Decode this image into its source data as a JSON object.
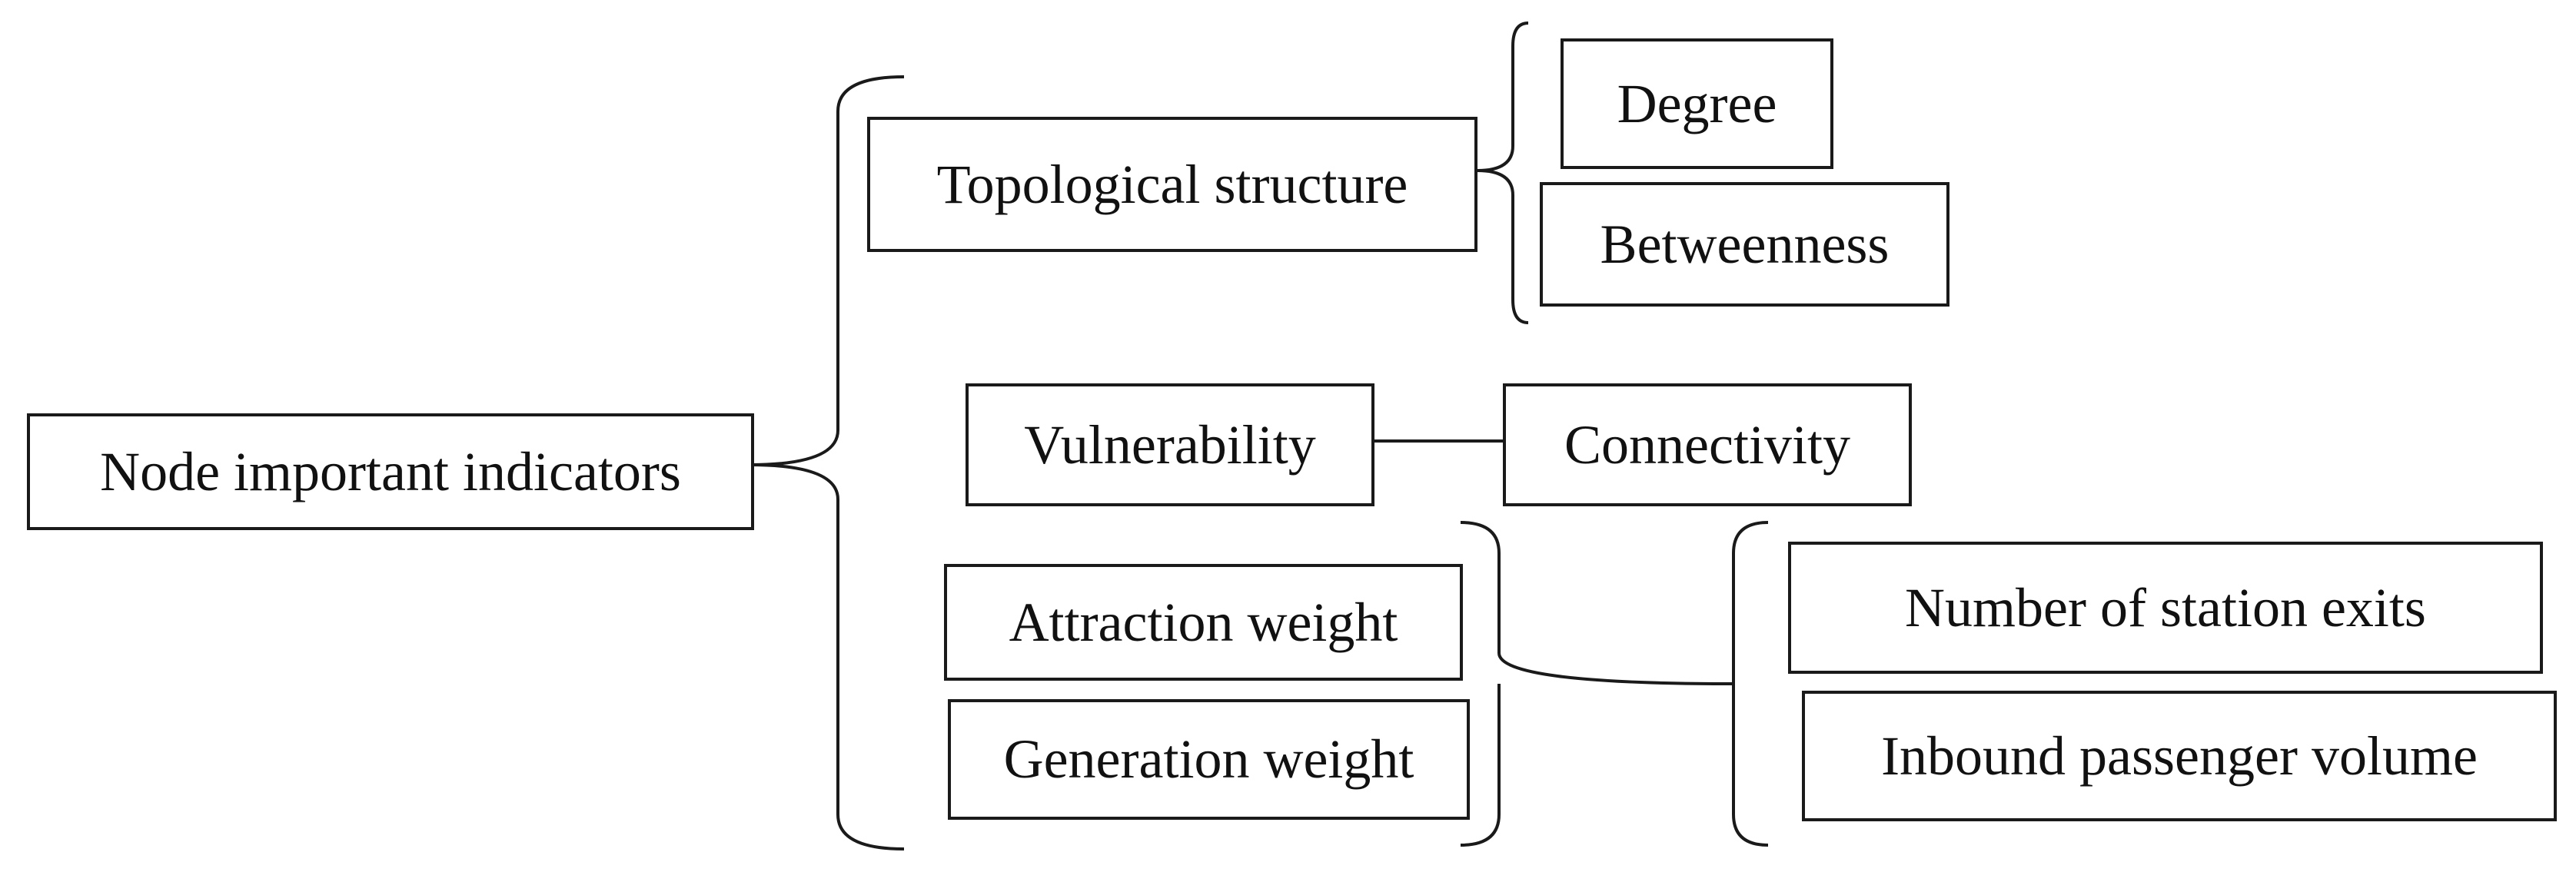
{
  "diagram": {
    "root": {
      "label": "Node important indicators"
    },
    "categories": [
      {
        "label": "Topological structure",
        "indicators": [
          {
            "label": "Degree"
          },
          {
            "label": "Betweenness"
          }
        ]
      },
      {
        "label": "Vulnerability",
        "indicators": [
          {
            "label": "Connectivity"
          }
        ]
      },
      {
        "labels": [
          {
            "label": "Attraction weight"
          },
          {
            "label": "Generation weight"
          }
        ],
        "indicators": [
          {
            "label": "Number of station exits"
          },
          {
            "label": "Inbound passenger volume"
          }
        ]
      }
    ]
  }
}
